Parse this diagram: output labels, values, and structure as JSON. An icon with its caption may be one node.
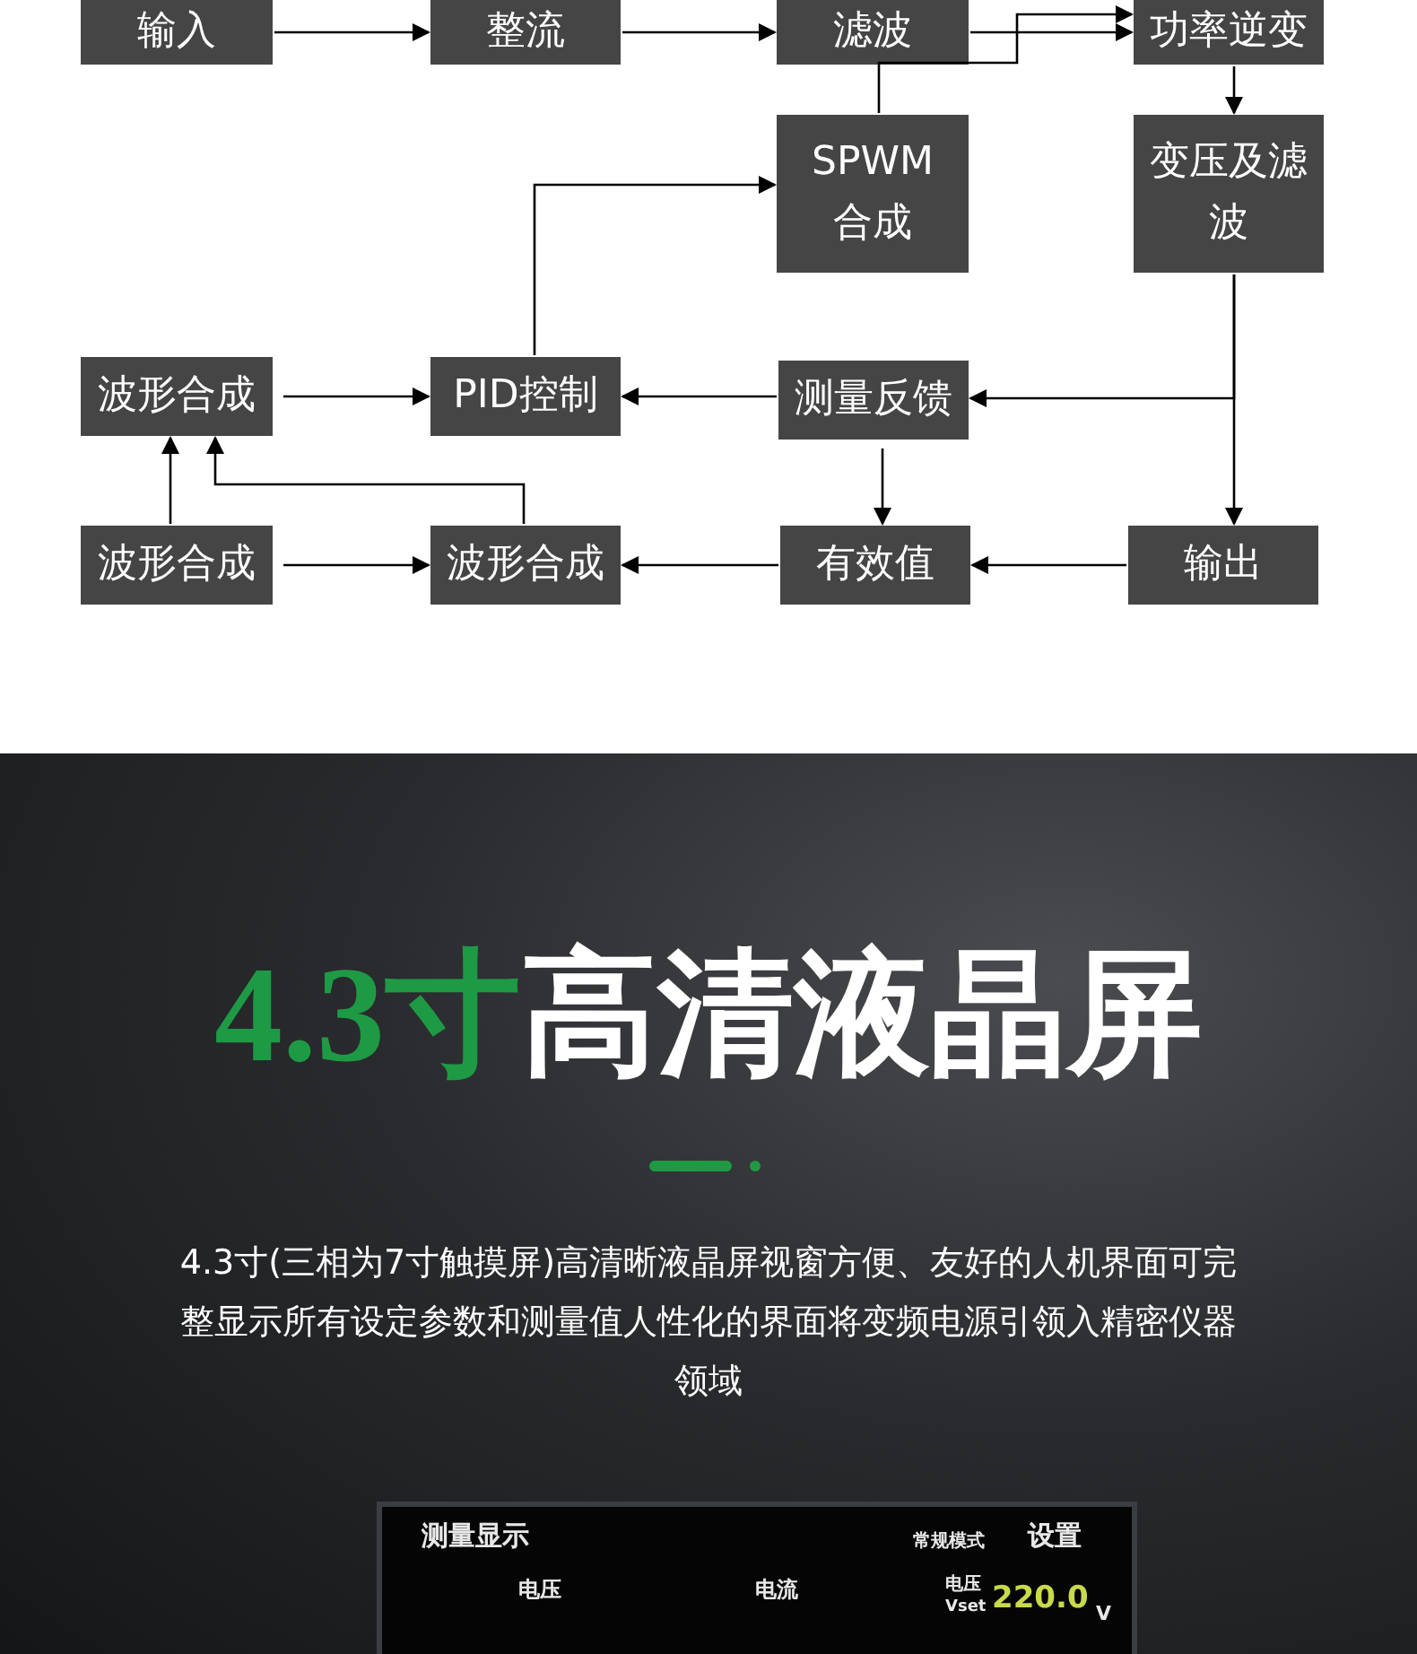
{
  "diagram": {
    "title": "**4.3寸**高清液晶屏",
    "nodes": [
      {
        "text": [
          "输入"
        ]
      },
      {
        "text": [
          "整流"
        ]
      },
      {
        "text": [
          "滤波"
        ]
      },
      {
        "text": [
          "功率逆变"
        ]
      },
      {
        "text": [
          "SPWM合成"
        ]
      },
      {
        "text": [
          "变压及滤波"
        ]
      },
      {
        "text": [
          "波形合成"
        ]
      },
      {
        "text": [
          "PID控制"
        ]
      },
      {
        "text": [
          "测量反馈"
        ]
      },
      {
        "text": [
          "波形合成"
        ]
      },
      {
        "text": [
          "波形合成"
        ]
      },
      {
        "text": [
          "有效值"
        ]
      },
      {
        "text": [
          "输出"
        ]
      }
    ],
    "edges": [
      {
        "from": 0,
        "to": 1,
        "arrow": "to"
      },
      {
        "from": 1,
        "to": 2,
        "arrow": "to"
      },
      {
        "from": 2,
        "to": 3,
        "arrow": "to"
      },
      {
        "from": 4,
        "to": 3,
        "arrow": "to"
      },
      {
        "from": 3,
        "to": 5,
        "arrow": "to"
      },
      {
        "from": 7,
        "to": 4,
        "arrow": "to"
      },
      {
        "from": 5,
        "to": 8,
        "arrow": "to"
      },
      {
        "from": 5,
        "to": 12,
        "arrow": "to"
      },
      {
        "from": 8,
        "to": 7,
        "arrow": "to"
      },
      {
        "from": 6,
        "to": 7,
        "arrow": "to"
      },
      {
        "from": 8,
        "to": 11,
        "arrow": "to"
      },
      {
        "from": 12,
        "to": 11,
        "arrow": "to"
      },
      {
        "from": 11,
        "to": 10,
        "arrow": "to"
      },
      {
        "from": 9,
        "to": 10,
        "arrow": "to"
      },
      {
        "from": 9,
        "to": 6,
        "arrow": "to"
      },
      {
        "from": 10,
        "to": 6,
        "arrow": "to"
      }
    ],
    "labels": [
      "4.3寸(三相为7寸触摸屏)高清晰液晶屏视窗方便、友好的人机界面可完整显示所有设定参数和测量值人性化的界面将变频电源引领入精密仪器领域",
      "测量显示",
      "常规模式",
      "设置",
      "电压",
      "电流",
      "电压",
      "Vset",
      "220.0",
      "V"
    ]
  }
}
